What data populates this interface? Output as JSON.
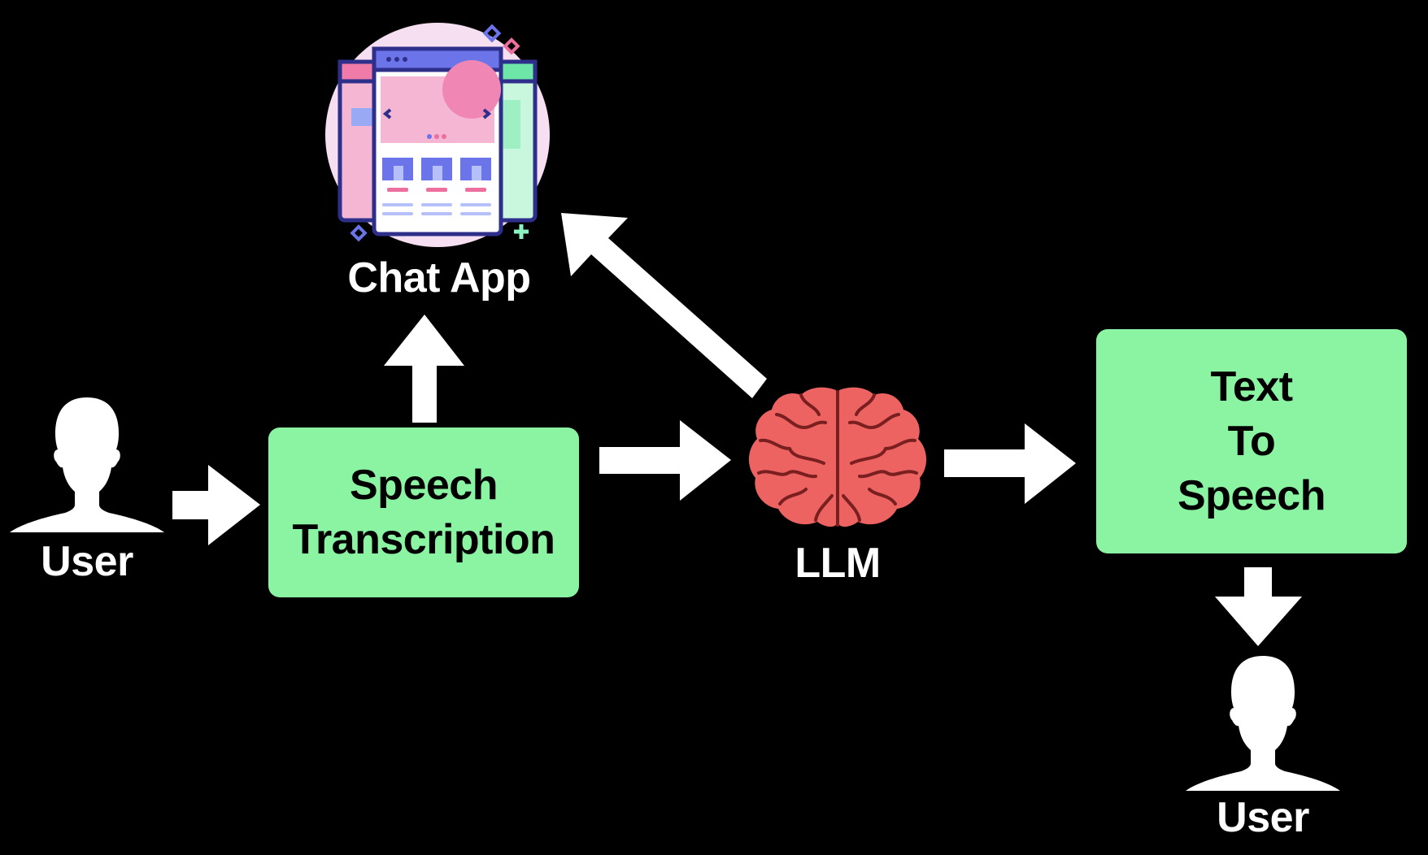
{
  "nodes": {
    "user_left": {
      "label": "User"
    },
    "speech_transcription": {
      "lines": [
        "Speech",
        "Transcription"
      ]
    },
    "chat_app": {
      "label": "Chat App"
    },
    "llm": {
      "label": "LLM"
    },
    "text_to_speech": {
      "lines": [
        "Text",
        "To",
        "Speech"
      ]
    },
    "user_bottom": {
      "label": "User"
    }
  },
  "colors": {
    "background": "#000000",
    "box_fill": "#8af4a2",
    "arrow": "#ffffff",
    "brain": "#ec6361"
  },
  "icons": {
    "user": "user-silhouette-icon",
    "chat_app": "chat-app-windows-icon",
    "llm": "brain-icon"
  }
}
